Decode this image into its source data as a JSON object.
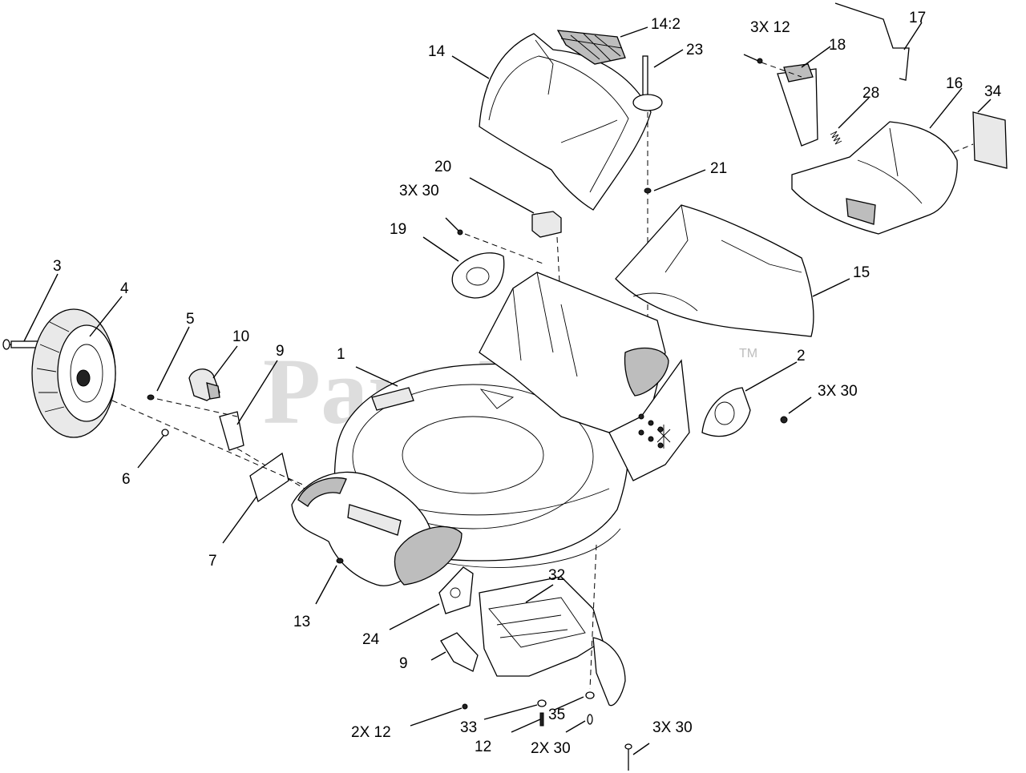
{
  "watermark": {
    "brand": "PartsTree",
    "trademark": "TM"
  },
  "callouts": [
    {
      "id": "c-1",
      "label": "1"
    },
    {
      "id": "c-2",
      "label": "2"
    },
    {
      "id": "c-3",
      "label": "3"
    },
    {
      "id": "c-4",
      "label": "4"
    },
    {
      "id": "c-5",
      "label": "5"
    },
    {
      "id": "c-6",
      "label": "6"
    },
    {
      "id": "c-7",
      "label": "7"
    },
    {
      "id": "c-9a",
      "label": "9"
    },
    {
      "id": "c-9b",
      "label": "9"
    },
    {
      "id": "c-10",
      "label": "10"
    },
    {
      "id": "c-12",
      "label": "12"
    },
    {
      "id": "c-13",
      "label": "13"
    },
    {
      "id": "c-14",
      "label": "14"
    },
    {
      "id": "c-14-2",
      "label": "14:2"
    },
    {
      "id": "c-15",
      "label": "15"
    },
    {
      "id": "c-16",
      "label": "16"
    },
    {
      "id": "c-17",
      "label": "17"
    },
    {
      "id": "c-18",
      "label": "18"
    },
    {
      "id": "c-19",
      "label": "19"
    },
    {
      "id": "c-20",
      "label": "20"
    },
    {
      "id": "c-21",
      "label": "21"
    },
    {
      "id": "c-23",
      "label": "23"
    },
    {
      "id": "c-24",
      "label": "24"
    },
    {
      "id": "c-28",
      "label": "28"
    },
    {
      "id": "c-32",
      "label": "32"
    },
    {
      "id": "c-33",
      "label": "33"
    },
    {
      "id": "c-34",
      "label": "34"
    },
    {
      "id": "c-35",
      "label": "35"
    },
    {
      "id": "c-3x12",
      "label": "3X 12"
    },
    {
      "id": "c-3x30a",
      "label": "3X 30"
    },
    {
      "id": "c-3x30b",
      "label": "3X 30"
    },
    {
      "id": "c-3x30c",
      "label": "3X 30"
    },
    {
      "id": "c-2x12",
      "label": "2X 12"
    },
    {
      "id": "c-2x30",
      "label": "2X 30"
    }
  ]
}
